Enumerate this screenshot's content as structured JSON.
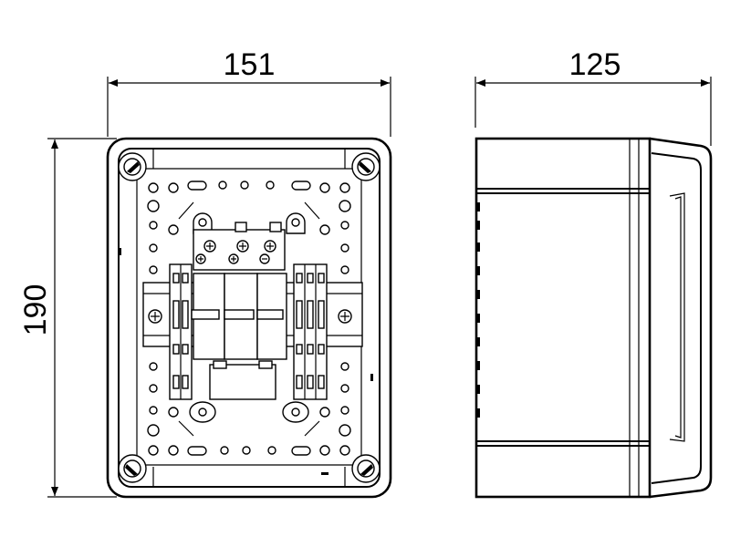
{
  "dimensions": {
    "width": "151",
    "depth": "125",
    "height": "190"
  },
  "views": {
    "front": "enclosure-front-view",
    "side": "enclosure-side-view"
  },
  "colors": {
    "line": "#000000",
    "background": "#ffffff"
  }
}
